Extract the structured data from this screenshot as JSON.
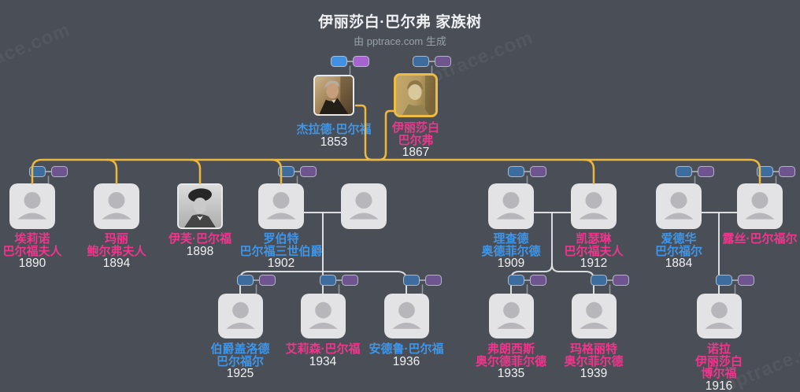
{
  "header": {
    "title": "伊丽莎白·巴尔弗 家族树",
    "subtitle": "由 pptrace.com 生成"
  },
  "watermark_text": "pptrace.com",
  "colors": {
    "background": "#4a4f57",
    "male_name": "#3f96e8",
    "female_name": "#f0368c",
    "year_text": "#f0f1f3",
    "ancestry_line_gold": "#ecb83f",
    "relationship_line": "#e6e8ea",
    "root_photo_border": "#eebc45",
    "father_chip_bright": "#4191e2",
    "mother_chip_bright": "#a763cf",
    "father_chip_muted": "#3c6d9e",
    "mother_chip_muted": "#6f5590",
    "placeholder_bg": "#e3e3e5",
    "placeholder_glyph": "#b6b6bb"
  },
  "people": [
    {
      "id": "gerald-balfour",
      "name_lines": [
        "杰拉德·巴尔福"
      ],
      "year": "1853",
      "gender": "male",
      "photo": "portrait-painting",
      "parents_toggle": "bright"
    },
    {
      "id": "elizabeth-balfour",
      "name_lines": [
        "伊丽莎白",
        "巴尔弗"
      ],
      "year": "1867",
      "gender": "female",
      "photo": "sepia-photo",
      "parents_toggle": "muted",
      "root": true
    },
    {
      "id": "eleanor",
      "name_lines": [
        "埃莉诺",
        "巴尔福夫人"
      ],
      "year": "1890",
      "gender": "female",
      "photo": "placeholder",
      "parents_toggle": "muted"
    },
    {
      "id": "mary",
      "name_lines": [
        "玛丽",
        "鲍尔弗夫人"
      ],
      "year": "1894",
      "gender": "female",
      "photo": "placeholder",
      "parents_toggle": null
    },
    {
      "id": "eve",
      "name_lines": [
        "伊芙·巴尔福"
      ],
      "year": "1898",
      "gender": "female",
      "photo": "bw-photo",
      "parents_toggle": null
    },
    {
      "id": "robert",
      "name_lines": [
        "罗伯特",
        "巴尔福三世伯爵"
      ],
      "year": "1902",
      "gender": "male",
      "photo": "placeholder",
      "parents_toggle": "muted"
    },
    {
      "id": "robert-spouse",
      "name_lines": [],
      "year": null,
      "gender": null,
      "photo": "placeholder",
      "parents_toggle": null
    },
    {
      "id": "richard",
      "name_lines": [
        "理查德",
        "奥德菲尔德"
      ],
      "year": "1909",
      "gender": "male",
      "photo": "placeholder",
      "parents_toggle": "muted"
    },
    {
      "id": "katherine",
      "name_lines": [
        "凯瑟琳",
        "巴尔福夫人"
      ],
      "year": "1912",
      "gender": "female",
      "photo": "placeholder",
      "parents_toggle": null
    },
    {
      "id": "edward",
      "name_lines": [
        "爱德华",
        "巴尔福尔"
      ],
      "year": "1884",
      "gender": "male",
      "photo": "placeholder",
      "parents_toggle": "muted"
    },
    {
      "id": "ruth",
      "name_lines": [
        "露丝·巴尔福尔"
      ],
      "year": null,
      "gender": "female",
      "photo": "placeholder",
      "parents_toggle": "muted"
    },
    {
      "id": "gerald-2",
      "name_lines": [
        "伯爵盖洛德",
        "巴尔福尔"
      ],
      "year": "1925",
      "gender": "male",
      "photo": "placeholder",
      "parents_toggle": "muted"
    },
    {
      "id": "alison",
      "name_lines": [
        "艾莉森·巴尔福"
      ],
      "year": "1934",
      "gender": "female",
      "photo": "placeholder",
      "parents_toggle": "muted"
    },
    {
      "id": "andrew",
      "name_lines": [
        "安德鲁·巴尔福"
      ],
      "year": "1936",
      "gender": "male",
      "photo": "placeholder",
      "parents_toggle": "muted"
    },
    {
      "id": "frances",
      "name_lines": [
        "弗朗西斯",
        "奥尔德菲尔德"
      ],
      "year": "1935",
      "gender": "female",
      "photo": "placeholder",
      "parents_toggle": "muted"
    },
    {
      "id": "margaret",
      "name_lines": [
        "玛格丽特",
        "奥尔菲尔德"
      ],
      "year": "1939",
      "gender": "female",
      "photo": "placeholder",
      "parents_toggle": "muted"
    },
    {
      "id": "nora",
      "name_lines": [
        "诺拉",
        "伊丽莎白",
        "博尔福"
      ],
      "year": "1916",
      "gender": "female",
      "photo": "placeholder",
      "parents_toggle": "muted"
    }
  ]
}
